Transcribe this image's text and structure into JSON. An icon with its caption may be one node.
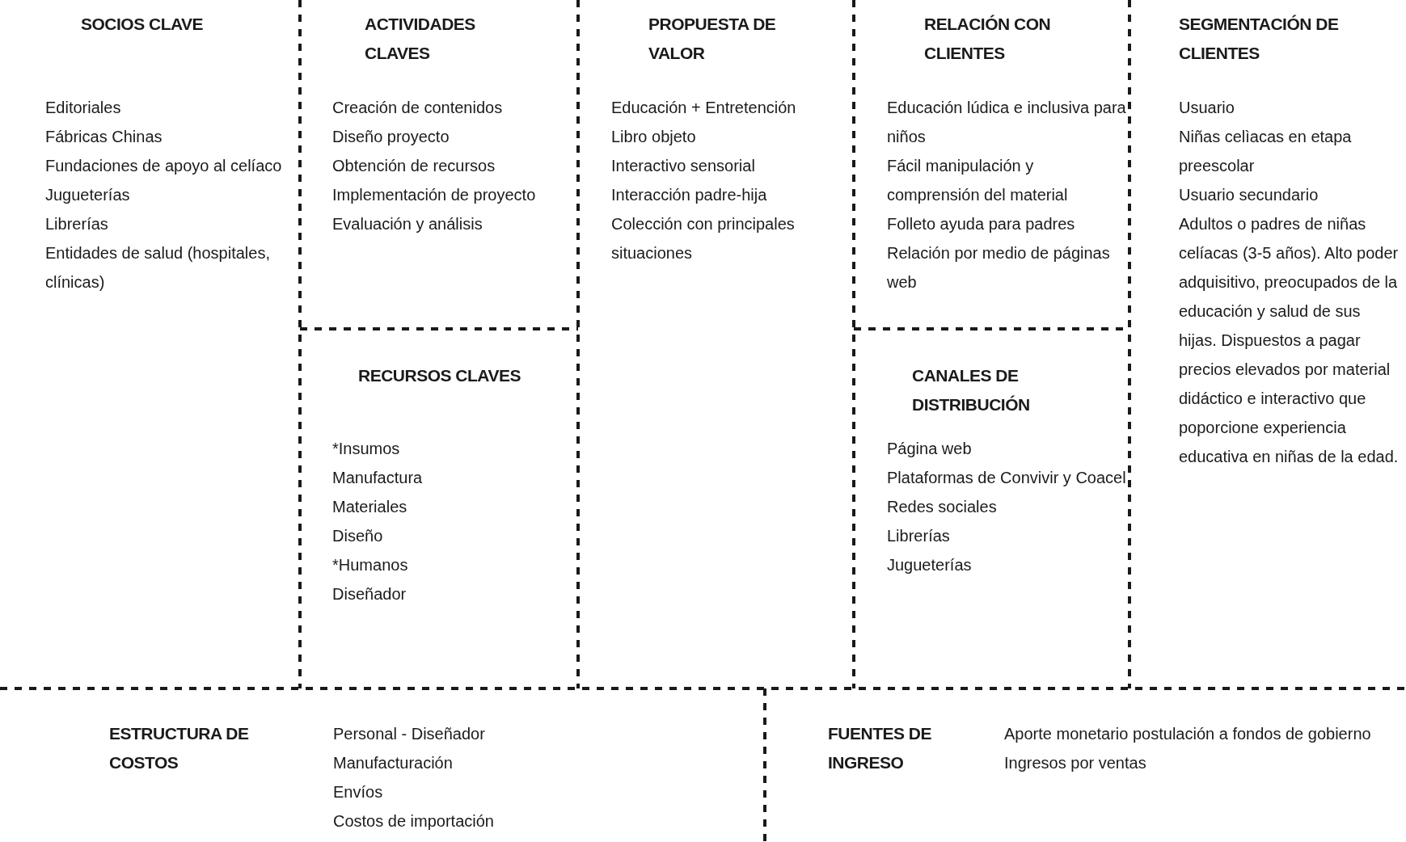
{
  "diagram": {
    "nodes": [
      {
        "text": [
          "SOCIOS CLAVE",
          "Editoriales",
          "Fábricas Chinas",
          "Fundaciones de apoyo al celíaco",
          "Jugueterías",
          "Librerías",
          "Entidades de salud (hospitales, clínicas)"
        ]
      },
      {
        "text": [
          "ACTIVIDADES CLAVES",
          "Creación de contenidos",
          "Diseño proyecto",
          "Obtención de recursos",
          "Implementación de proyecto",
          "Evaluación y análisis"
        ]
      },
      {
        "text": [
          "RECURSOS CLAVES",
          "*Insumos",
          "Manufactura",
          "Materiales",
          "Diseño",
          "*Humanos",
          "Diseñador"
        ]
      },
      {
        "text": [
          "PROPUESTA DE VALOR",
          "Educación + Entretención",
          "Libro objeto",
          "Interactivo sensorial",
          "Interacción padre-hija",
          "Colección con principales situaciones"
        ]
      },
      {
        "text": [
          "RELACIÓN CON CLIENTES",
          "Educación lúdica e inclusiva para niños",
          "Fácil manipulación y comprensión del material",
          "Folleto ayuda para padres",
          "Relación por medio de páginas web"
        ]
      },
      {
        "text": [
          "CANALES DE DISTRIBUCIÓN",
          "Página web",
          "Plataformas de Convivir y Coacel",
          "Redes sociales",
          "Librerías",
          "Jugueterías"
        ]
      },
      {
        "text": [
          "SEGMENTACIÓN DE CLIENTES",
          "Usuario",
          "Niñas celìacas en etapa preescolar",
          "Usuario secundario",
          "Adultos o padres de niñas celíacas (3-5 años). Alto poder adquisitivo, preocupados de la educación y salud de sus hijas. Dispuestos a pagar precios elevados por material didáctico e interactivo que poporcione experiencia educativa en niñas de la edad."
        ]
      },
      {
        "text": [
          "ESTRUCTURA DE COSTOS",
          "Personal - Diseñador",
          "Manufacturación",
          "Envíos",
          "Costos de importación"
        ]
      },
      {
        "text": [
          "FUENTES DE INGRESO",
          "Aporte monetario postulación a fondos de gobierno",
          "Ingresos por ventas"
        ]
      }
    ]
  }
}
